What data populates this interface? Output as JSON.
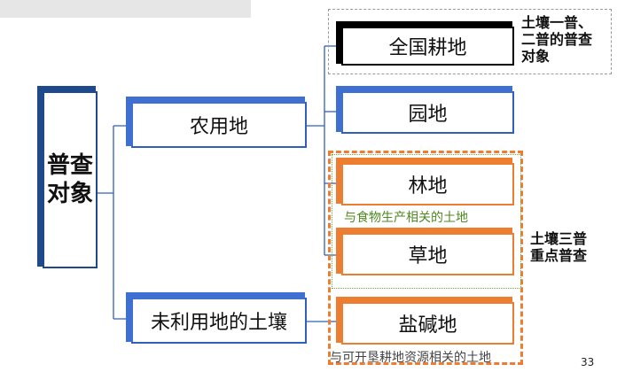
{
  "diagram": {
    "root": {
      "label": "普查对象"
    },
    "categories": {
      "agricultural": {
        "label": "农用地"
      },
      "unused": {
        "label": "未利用地的土壤"
      }
    },
    "leaves": {
      "cropland": {
        "label": "全国耕地"
      },
      "orchard": {
        "label": "园地"
      },
      "forest": {
        "label": "林地"
      },
      "grassland": {
        "label": "草地"
      },
      "saline": {
        "label": "盐碱地"
      }
    },
    "annotations": {
      "survey12": "土壤一普、二普的普查对象",
      "survey3": "土壤三普重点普查",
      "food_related": "与食物生产相关的土地",
      "reclaim_related": "与可开垦耕地资源相关的土地"
    },
    "colors": {
      "blue": "#3f6fd0",
      "dark_blue": "#1e4a8c",
      "orange": "#ed7d31",
      "green": "#70ad47",
      "black": "#000000"
    }
  },
  "page": {
    "number": "33"
  }
}
